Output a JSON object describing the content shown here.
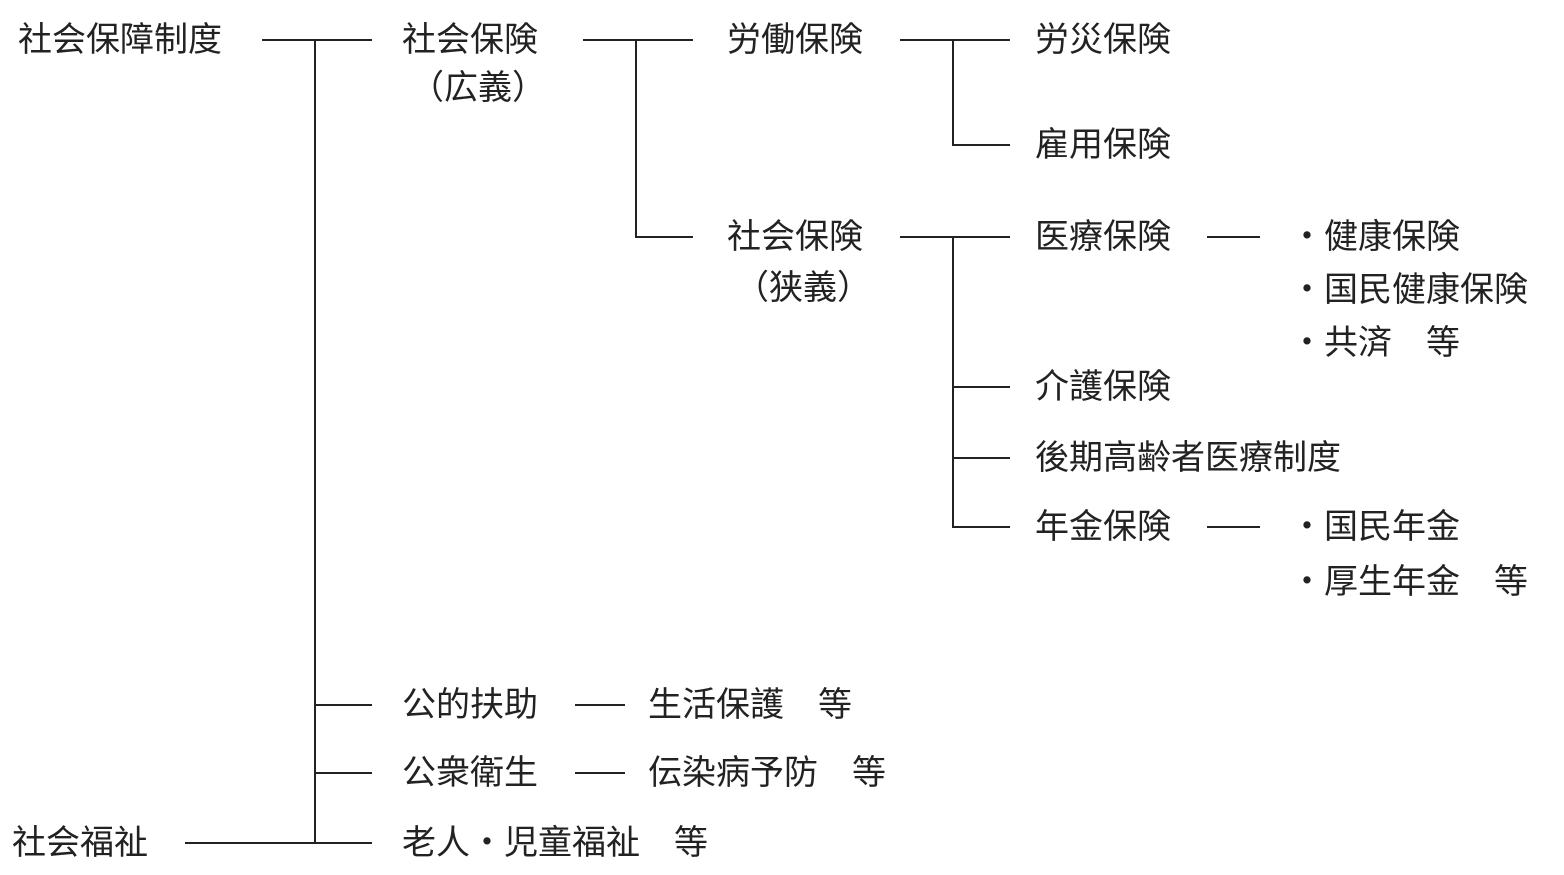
{
  "root": "社会保障制度",
  "social_welfare_root": "社会福祉",
  "social_insurance_broad": {
    "label": "社会保険",
    "qualifier": "（広義）"
  },
  "labor_insurance": {
    "label": "労働保険",
    "children": [
      "労災保険",
      "雇用保険"
    ]
  },
  "social_insurance_narrow": {
    "label": "社会保険",
    "qualifier": "（狭義）"
  },
  "medical_insurance": {
    "label": "医療保険",
    "examples": [
      "・健康保険",
      "・国民健康保険",
      "・共済　等"
    ]
  },
  "care_insurance": "介護保険",
  "elderly_medical": "後期高齢者医療制度",
  "pension_insurance": {
    "label": "年金保険",
    "examples": [
      "・国民年金",
      "・厚生年金　等"
    ]
  },
  "public_assistance": {
    "label": "公的扶助",
    "example": "生活保護　等"
  },
  "public_health": {
    "label": "公衆衛生",
    "example": "伝染病予防　等"
  },
  "welfare": "老人・児童福祉　等"
}
